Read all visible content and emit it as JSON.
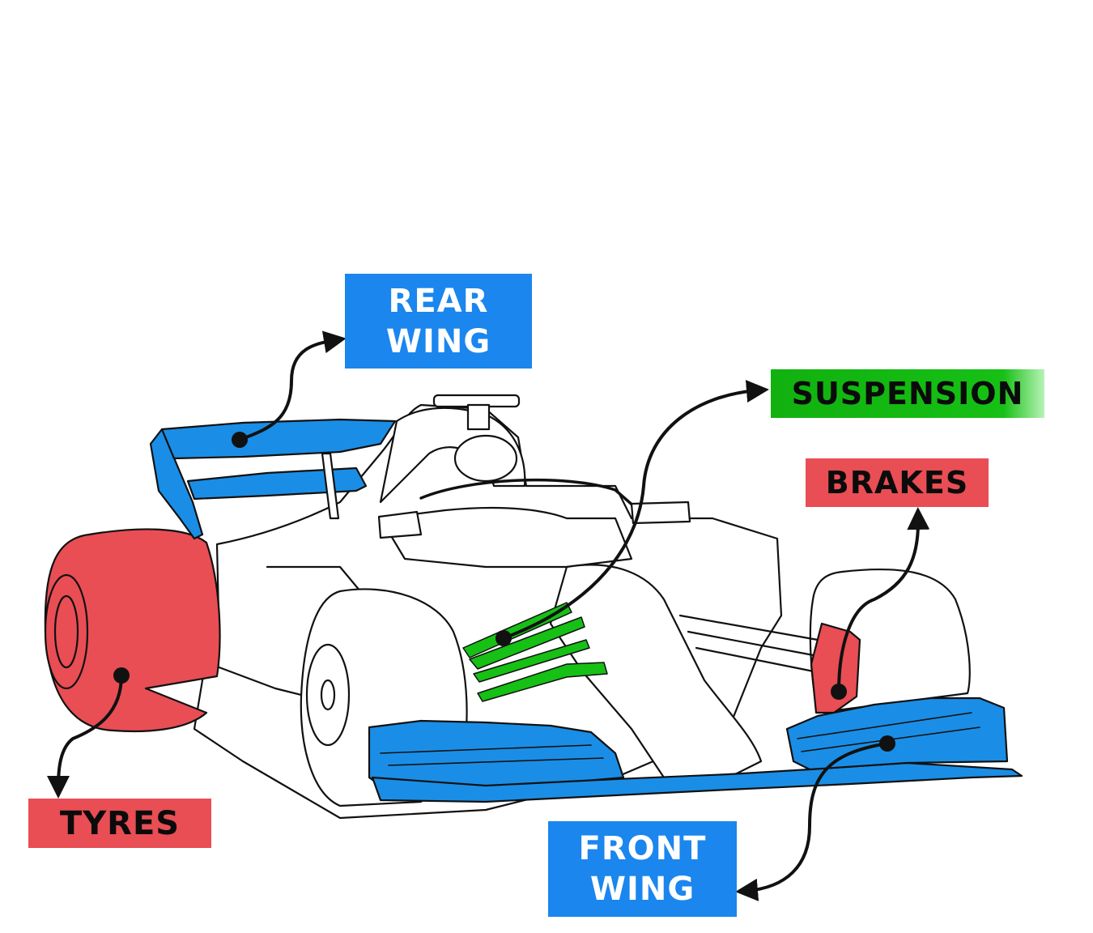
{
  "labels": {
    "rear_wing": {
      "line1": "REAR",
      "line2": "WING"
    },
    "suspension": "SUSPENSION",
    "brakes": "BRAKES",
    "tyres": "TYRES",
    "front_wing": {
      "line1": "FRONT",
      "line2": "WING"
    }
  },
  "colors": {
    "wing_blue": "#1a8ee6",
    "label_blue": "#1a86ee",
    "suspension_green": "#16c015",
    "tyre_red": "#e84e54",
    "outline": "#111111"
  }
}
